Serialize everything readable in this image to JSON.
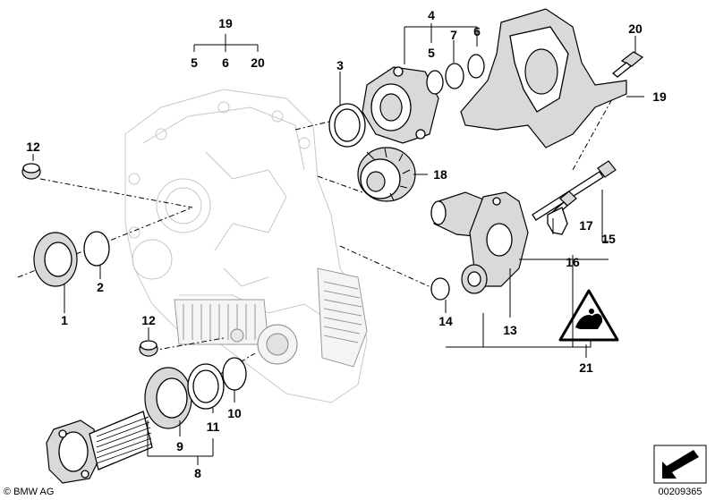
{
  "labels": {
    "p1": "1",
    "p2": "2",
    "p3": "3",
    "p4": "4",
    "p5a": "5",
    "p6a": "6",
    "p7": "7",
    "p8": "8",
    "p9": "9",
    "p10": "10",
    "p11": "11",
    "p12a": "12",
    "p12b": "12",
    "p13": "13",
    "p14": "14",
    "p15": "15",
    "p16": "16",
    "p17": "17",
    "p18": "18",
    "p19a": "19",
    "p19b": "19",
    "p20a": "20",
    "p20b": "20",
    "p21": "21",
    "p5b": "5",
    "p6b": "6"
  },
  "footer": {
    "copyright": "© BMW AG",
    "ref_number": "00209365"
  }
}
